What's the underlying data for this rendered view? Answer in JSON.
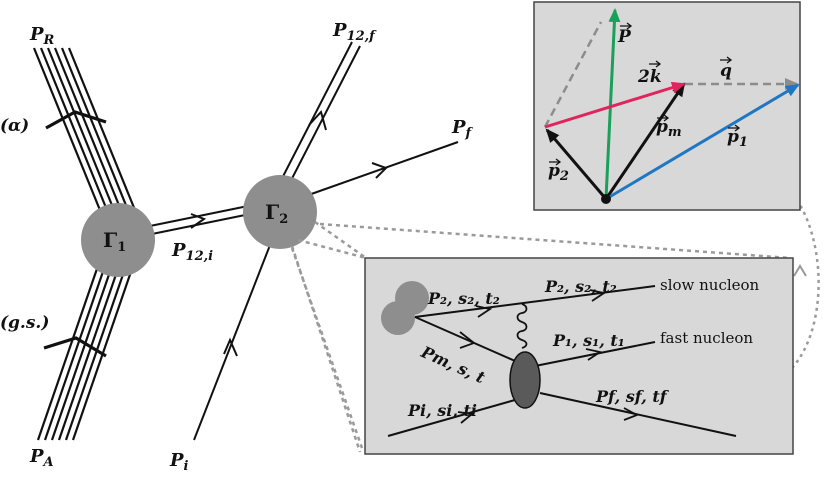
{
  "main_diagram": {
    "labels": {
      "P_R": "P",
      "P_R_sub": "R",
      "P_A": "P",
      "P_A_sub": "A",
      "alpha": "(α)",
      "gs": "(g.s.)",
      "gamma1": "Γ",
      "gamma1_sub": "1",
      "gamma2": "Γ",
      "gamma2_sub": "2",
      "P12i": "P",
      "P12i_sub": "12,i",
      "P12f": "P",
      "P12f_sub": "12,f",
      "Pf": "P",
      "Pf_sub": "f",
      "Pi": "P",
      "Pi_sub": "i"
    }
  },
  "vector_inset": {
    "labels": {
      "P": "P",
      "two_k": "2k",
      "q": "q",
      "p_m": "p",
      "p_m_sub": "m",
      "p_1": "p",
      "p_1_sub": "1",
      "p_2": "p",
      "p_2_sub": "2"
    },
    "colors": {
      "P_vector": "#1aa05a",
      "k_vector": "#e0245e",
      "p1_vector": "#1f77c4",
      "dashed": "#8c8c8c",
      "background": "#d8d8d8"
    }
  },
  "scattering_inset": {
    "labels": {
      "line_upper": "P₂, s₂, t₂",
      "line_upper_out": "P₂, s₂, t₂",
      "line_m": "Pm, s, t",
      "line_fast": "P₁, s₁, t₁",
      "line_in": "Pi, si, ti",
      "line_out": "Pf, sf, tf",
      "slow": "slow nucleon",
      "fast": "fast nucleon"
    },
    "colors": {
      "background": "#d8d8d8",
      "blob": "#5a5a5a"
    }
  }
}
